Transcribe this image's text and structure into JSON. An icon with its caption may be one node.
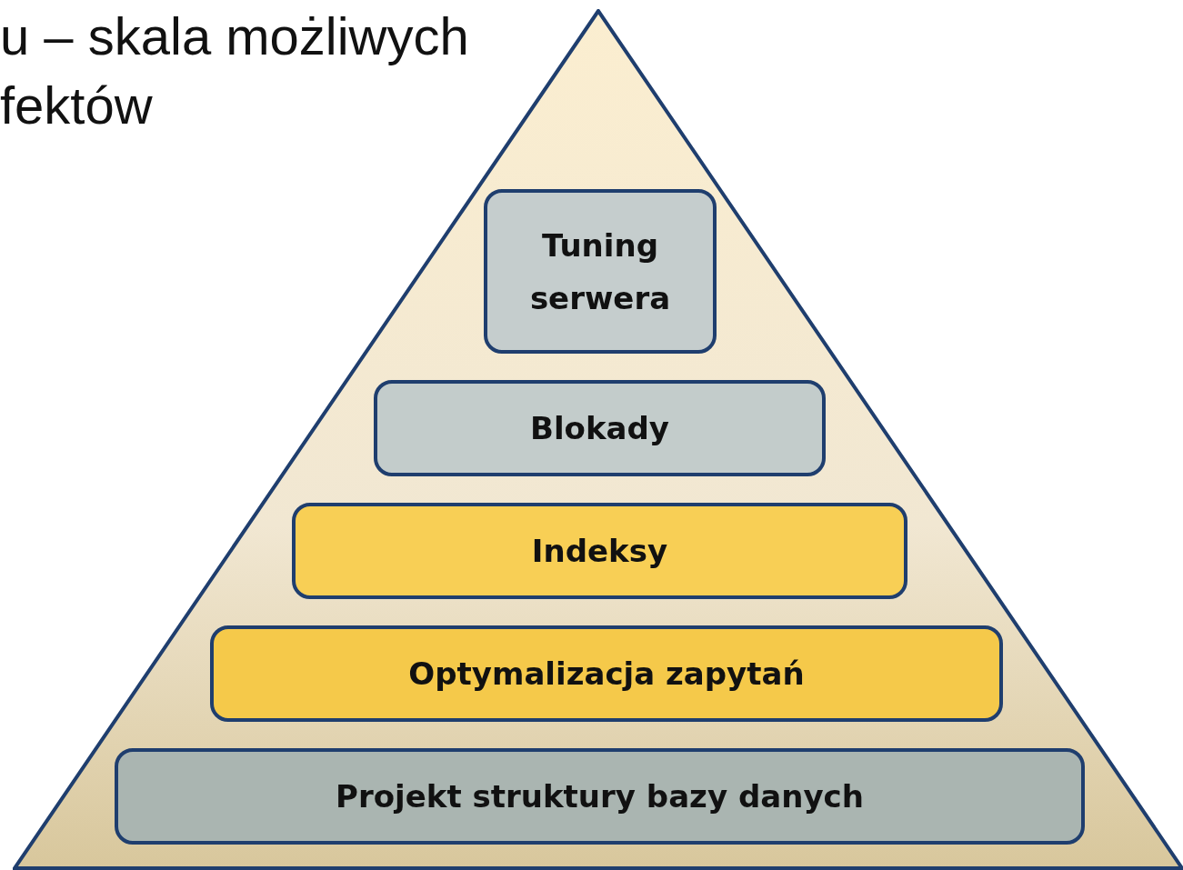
{
  "diagram": {
    "nodes": [
      {
        "text": [],
        "shape": "triangle"
      },
      {
        "text": [
          "Tuning serwera"
        ],
        "in": 0
      },
      {
        "text": [
          "Blokady"
        ],
        "in": 0
      },
      {
        "text": [
          "Indeksy"
        ],
        "in": 0
      },
      {
        "text": [
          "Optymalizacja zapytań"
        ],
        "in": 0
      },
      {
        "text": [
          "Projekt struktury bazy danych"
        ],
        "in": 0
      }
    ],
    "edges": [],
    "labels": [
      "u – skala możliwych fektów"
    ]
  }
}
